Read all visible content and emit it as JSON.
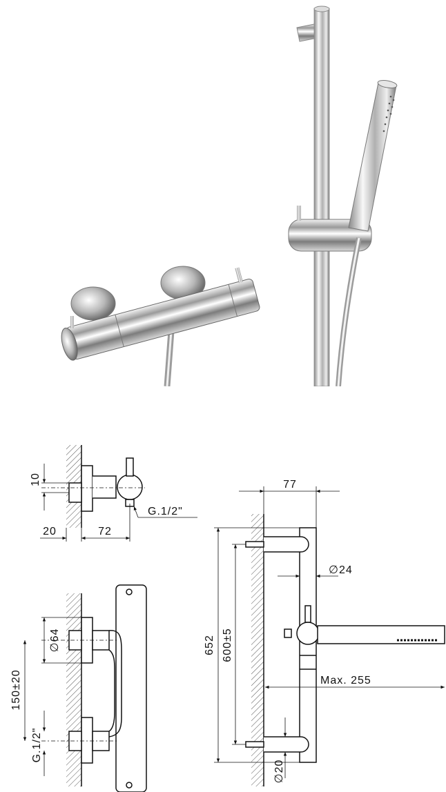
{
  "drawing_top": {
    "dim_wall_offset": "10",
    "dim_depth_20": "20",
    "dim_depth_72": "72",
    "dim_thread": "G.1/2\""
  },
  "drawing_front": {
    "dim_diameter_64": "∅64",
    "dim_spacing": "150±20",
    "dim_thread": "G.1/2\""
  },
  "drawing_rail": {
    "dim_projection": "77",
    "dim_rail_diameter": "∅24",
    "dim_height": "652",
    "dim_bracket_spacing": "600±5",
    "dim_max_reach": "Max. 255",
    "dim_bracket_diameter": "∅20"
  }
}
